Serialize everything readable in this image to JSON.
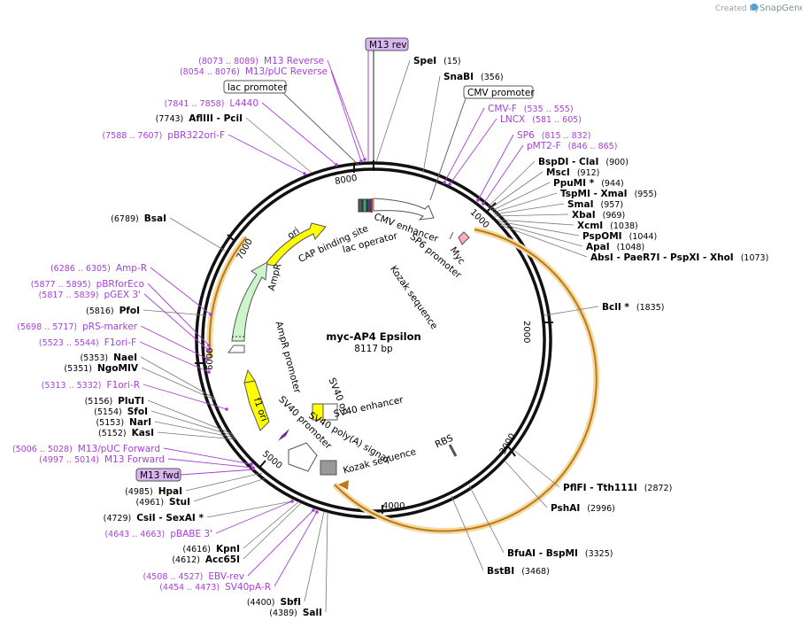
{
  "credit": {
    "created_by": "Created by",
    "brand": "SnapGene"
  },
  "plasmid": {
    "name": "myc-AP4 Epsilon",
    "size": "8117 bp"
  },
  "ticks": [
    "1000",
    "2000",
    "3000",
    "4000",
    "5000",
    "6000",
    "7000",
    "8000"
  ],
  "enzymes": [
    {
      "name": "SpeI",
      "pos": "(15)"
    },
    {
      "name": "SnaBI",
      "pos": "(356)"
    },
    {
      "name": "BspDI",
      "name2": "ClaI",
      "pos": "(900)"
    },
    {
      "name": "MscI",
      "pos": "(912)"
    },
    {
      "name": "PpuMI *",
      "pos": "(944)"
    },
    {
      "name": "TspMI",
      "name2": "XmaI",
      "pos": "(955)"
    },
    {
      "name": "SmaI",
      "pos": "(957)"
    },
    {
      "name": "XbaI",
      "pos": "(969)"
    },
    {
      "name": "XcmI",
      "pos": "(1038)"
    },
    {
      "name": "PspOMI",
      "pos": "(1044)"
    },
    {
      "name": "ApaI",
      "pos": "(1048)"
    },
    {
      "name": "AbsI",
      "name2": "PaeR7I",
      "name3": "PspXI",
      "name4": "XhoI",
      "pos": "(1073)"
    },
    {
      "name": "BclI *",
      "pos": "(1835)"
    },
    {
      "name": "PflFI",
      "name2": "Tth111I",
      "pos": "(2872)"
    },
    {
      "name": "PshAI",
      "pos": "(2996)"
    },
    {
      "name": "BfuAI",
      "name2": "BspMI",
      "pos": "(3325)"
    },
    {
      "name": "BstBI",
      "pos": "(3468)"
    },
    {
      "name": "SalI",
      "pos": "(4389)"
    },
    {
      "name": "SbfI",
      "pos": "(4400)"
    },
    {
      "name": "Acc65I",
      "pos": "(4612)"
    },
    {
      "name": "KpnI",
      "pos": "(4616)"
    },
    {
      "name": "CsiI",
      "name2": "SexAI *",
      "pos": "(4729)"
    },
    {
      "name": "StuI",
      "pos": "(4961)"
    },
    {
      "name": "HpaI",
      "pos": "(4985)"
    },
    {
      "name": "KasI",
      "pos": "(5152)"
    },
    {
      "name": "NarI",
      "pos": "(5153)"
    },
    {
      "name": "SfoI",
      "pos": "(5154)"
    },
    {
      "name": "PluTI",
      "pos": "(5156)"
    },
    {
      "name": "NgoMIV",
      "pos": "(5351)"
    },
    {
      "name": "NaeI",
      "pos": "(5353)"
    },
    {
      "name": "PfoI",
      "pos": "(5816)"
    },
    {
      "name": "BsaI",
      "pos": "(6789)"
    },
    {
      "name": "AflIII",
      "name2": "PciI",
      "pos": "(7743)"
    }
  ],
  "primers": [
    {
      "name": "M13 Reverse",
      "pos": "(8073 .. 8089)"
    },
    {
      "name": "M13/pUC Reverse",
      "pos": "(8054 .. 8076)"
    },
    {
      "name": "L4440",
      "pos": "(7841 .. 7858)"
    },
    {
      "name": "pBR322ori-F",
      "pos": "(7588 .. 7607)"
    },
    {
      "name": "CMV-F",
      "pos": "(535 .. 555)"
    },
    {
      "name": "LNCX",
      "pos": "(581 .. 605)"
    },
    {
      "name": "SP6",
      "pos": "(815 .. 832)"
    },
    {
      "name": "pMT2-F",
      "pos": "(846 .. 865)"
    },
    {
      "name": "Amp-R",
      "pos": "(6286 .. 6305)"
    },
    {
      "name": "pBRforEco",
      "pos": "(5877 .. 5895)"
    },
    {
      "name": "pGEX 3'",
      "pos": "(5817 .. 5839)"
    },
    {
      "name": "pRS-marker",
      "pos": "(5698 .. 5717)"
    },
    {
      "name": "F1ori-F",
      "pos": "(5523 .. 5544)"
    },
    {
      "name": "F1ori-R",
      "pos": "(5313 .. 5332)"
    },
    {
      "name": "M13/pUC Forward",
      "pos": "(5006 .. 5028)"
    },
    {
      "name": "M13 Forward",
      "pos": "(4997 .. 5014)"
    },
    {
      "name": "pBABE 3'",
      "pos": "(4643 .. 4663)"
    },
    {
      "name": "EBV-rev",
      "pos": "(4508 .. 4527)"
    },
    {
      "name": "SV40pA-R",
      "pos": "(4454 .. 4473)"
    }
  ],
  "boxed_labels": {
    "m13rev": "M13 rev",
    "m13fwd": "M13 fwd",
    "lac_promoter": "lac promoter",
    "cmv_promoter": "CMV promoter"
  },
  "features": {
    "cap": "CAP binding site",
    "lacop": "lac operator",
    "cmvenh": "CMV enhancer",
    "sp6prom": "SP6 promoter",
    "myc": "Myc",
    "kozak1": "Kozak sequence",
    "ampr": "AmpR",
    "amprprom": "AmpR promoter",
    "ori": "ori",
    "f1ori": "f1 ori",
    "sv40prom": "SV40 promoter",
    "sv40ori": "SV40 ori",
    "sv40enh": "SV40 enhancer",
    "sv40pa": "SV40 poly(A) signal",
    "kozak2": "Kozak sequence",
    "rbs": "RBS"
  },
  "colors": {
    "backbone": "#111111",
    "primer": "#a63fd6",
    "ori": "#ffff00",
    "ampr": "#ccf5cc",
    "orf": "#e8a33c",
    "m13box": "#d8b5f0"
  }
}
